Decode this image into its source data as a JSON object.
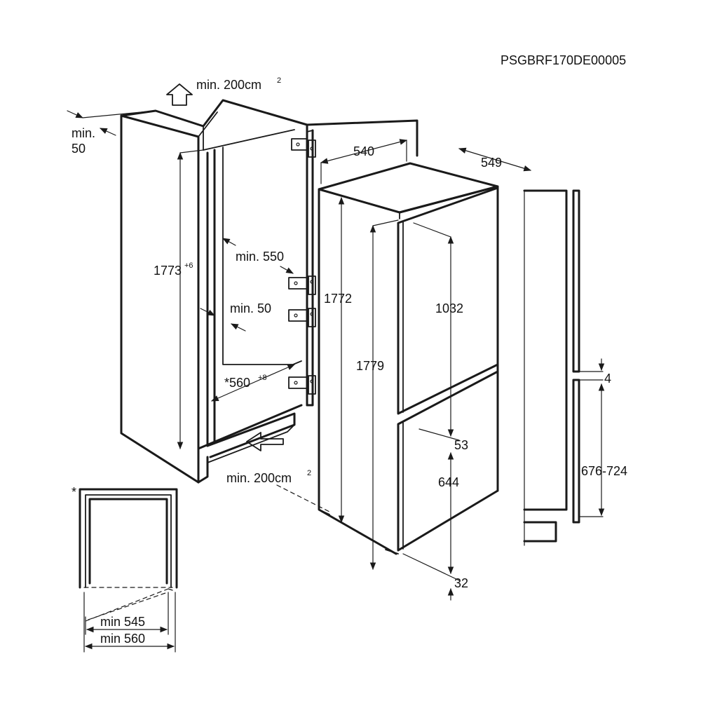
{
  "code": "PSGBRF170DE00005",
  "vent_top": "min. 200cm",
  "vent_top_sup": "2",
  "vent_bottom": "min. 200cm",
  "vent_bottom_sup": "2",
  "min_label": "min.",
  "min_value": "50",
  "niche_height": "1773",
  "niche_height_sup": "+6",
  "depth_min": "min. 550",
  "gap_min": "min. 50",
  "niche_width": "*560",
  "niche_width_sup": "+8",
  "appliance_height": "1772",
  "frame_height": "1779",
  "upper_door": "1032",
  "lower_door": "644",
  "door_gap": "53",
  "bottom_offset": "32",
  "depth_540": "540",
  "depth_549": "549",
  "gap_4": "4",
  "range_height": "676-724",
  "asterisk": "*",
  "min_545": "min 545",
  "min_560": "min 560"
}
